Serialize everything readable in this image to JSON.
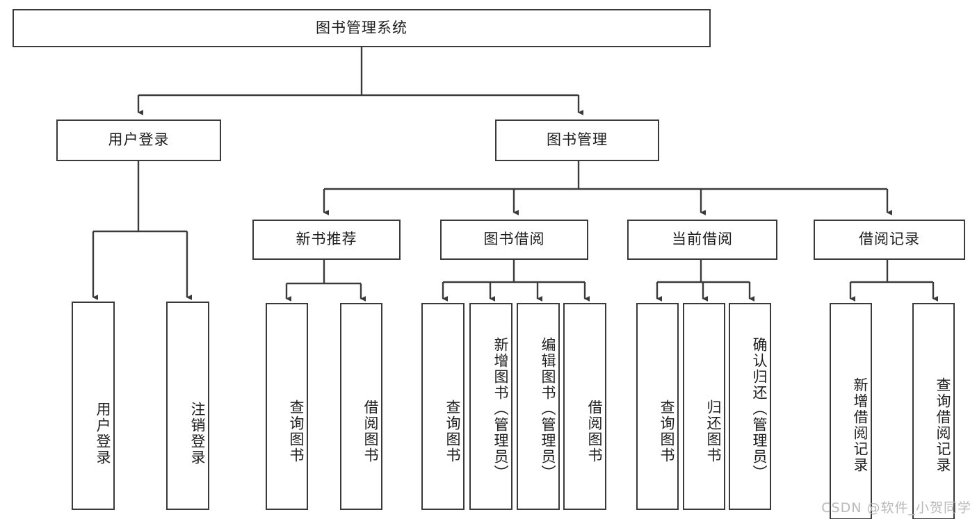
{
  "diagram": {
    "title": "图书管理系统",
    "type": "tree",
    "watermark": "CSDN @软件_小贺同学",
    "edge_color": "#3a3a3a",
    "box_border_color": "#3a3a3a",
    "box_fill_color": "#ffffff",
    "text_color": "#1d1d1d"
  },
  "nodes": {
    "root": {
      "label": "图书管理系统",
      "level": 1,
      "orientation": "horizontal"
    },
    "level2": [
      {
        "id": "user-login",
        "label": "用户登录"
      },
      {
        "id": "book-manage",
        "label": "图书管理"
      }
    ],
    "level3": [
      {
        "id": "new-book-recommend",
        "label": "新书推荐"
      },
      {
        "id": "book-borrow",
        "label": "图书借阅"
      },
      {
        "id": "current-borrow",
        "label": "当前借阅"
      },
      {
        "id": "borrow-record",
        "label": "借阅记录"
      }
    ],
    "leaves": {
      "user-login": [
        {
          "id": "leaf-user-login",
          "label": "用户登录"
        },
        {
          "id": "leaf-logout",
          "label": "注销登录"
        }
      ],
      "new-book-recommend": [
        {
          "id": "leaf-query-book-1",
          "label": "查询图书"
        },
        {
          "id": "leaf-borrow-book-1",
          "label": "借阅图书"
        }
      ],
      "book-borrow": [
        {
          "id": "leaf-query-book-2",
          "label": "查询图书"
        },
        {
          "id": "leaf-add-book",
          "label": "新增图书（管理员）"
        },
        {
          "id": "leaf-edit-book",
          "label": "编辑图书（管理员）"
        },
        {
          "id": "leaf-borrow-book-2",
          "label": "借阅图书"
        }
      ],
      "current-borrow": [
        {
          "id": "leaf-query-book-3",
          "label": "查询图书"
        },
        {
          "id": "leaf-return-book",
          "label": "归还图书"
        },
        {
          "id": "leaf-confirm-return",
          "label": "确认归还（管理员）"
        }
      ],
      "borrow-record": [
        {
          "id": "leaf-add-record",
          "label": "新增借阅记录"
        },
        {
          "id": "leaf-query-record",
          "label": "查询借阅记录"
        }
      ]
    }
  }
}
